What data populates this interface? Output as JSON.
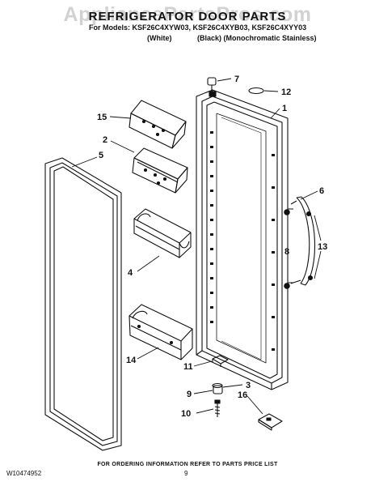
{
  "watermark": "AppliancePartsPros.com",
  "header": {
    "title": "REFRIGERATOR DOOR PARTS",
    "models": "For Models: KSF26C4XYW03, KSF26C4XYB03, KSF26C4XYY03",
    "finish_white": "(White)",
    "finish_black": "(Black) (Monochromatic Stainless)"
  },
  "callouts": [
    "1",
    "2",
    "3",
    "4",
    "5",
    "6",
    "7",
    "8",
    "9",
    "10",
    "11",
    "12",
    "13",
    "14",
    "15",
    "16"
  ],
  "footer": {
    "note": "FOR ORDERING INFORMATION REFER TO PARTS PRICE LIST",
    "doc_number": "W10474952",
    "page_number": "9"
  }
}
